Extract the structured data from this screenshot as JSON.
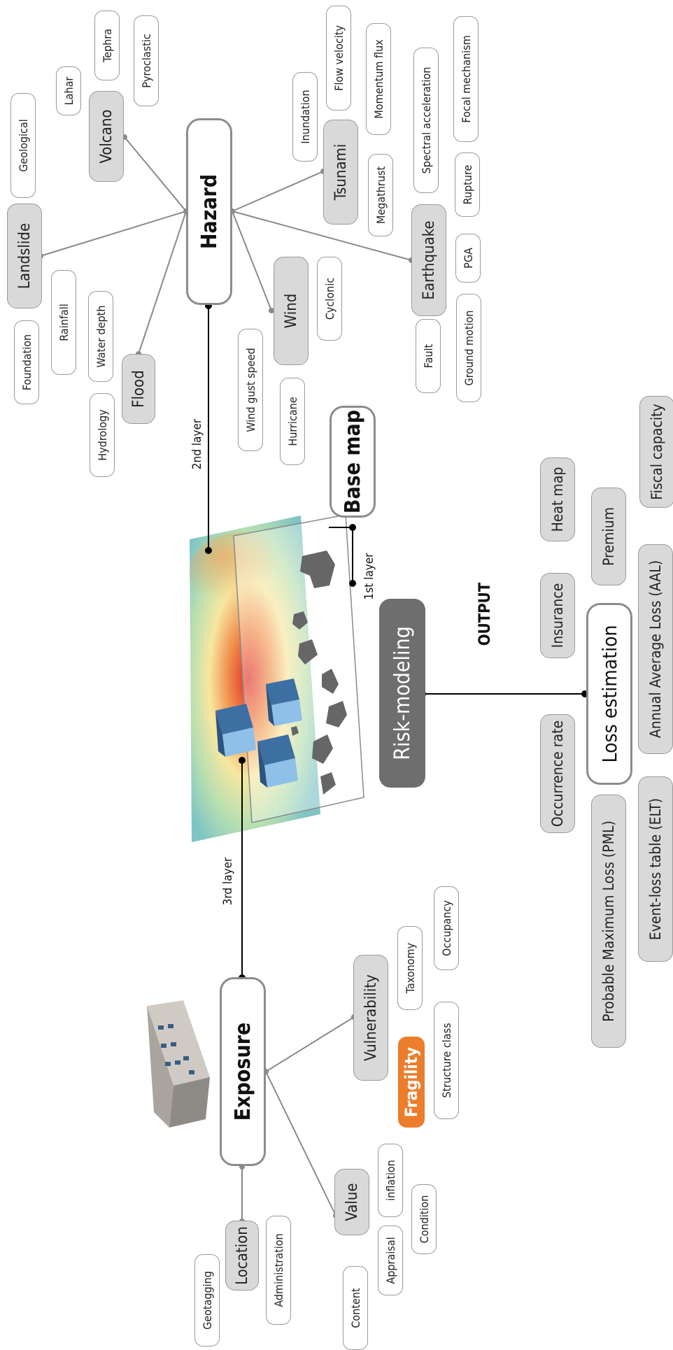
{
  "nodes": {
    "hazard": "Hazard",
    "exposure": "Exposure",
    "base_map": "Base map",
    "risk_modeling": "Risk-modeling",
    "loss_estimation": "Loss estimation"
  },
  "layers": {
    "first": "1st layer",
    "second": "2nd  layer",
    "third": "3rd  layer",
    "output": "OUTPUT"
  },
  "hazard": {
    "volcano": {
      "label": "Volcano",
      "leaves": [
        "Lahar",
        "Tephra",
        "Pyroclastic"
      ]
    },
    "landslide": {
      "label": "Landslide",
      "leaves": [
        "Geological",
        "Foundation",
        "Rainfall"
      ]
    },
    "flood": {
      "label": "Flood",
      "leaves": [
        "Water depth",
        "Hydrology"
      ]
    },
    "wind": {
      "label": "Wind",
      "leaves": [
        "Cyclonic",
        "Wind gust speed",
        "Hurricane"
      ]
    },
    "tsunami": {
      "label": "Tsunami",
      "leaves": [
        "Inundation",
        "Flow velocity",
        "Momentum flux",
        "Megathrust"
      ]
    },
    "earthquake": {
      "label": "Earthquake",
      "leaves": [
        "Spectral acceleration",
        "Focal mechanism",
        "Rupture",
        "PGA",
        "Fault",
        "Ground motion"
      ]
    }
  },
  "exposure": {
    "vulnerability": {
      "label": "Vulnerability",
      "fragility": "Fragility",
      "leaves": [
        "Taxonomy",
        "Occupancy",
        "Structure class"
      ]
    },
    "value": {
      "label": "Value",
      "leaves": [
        "inflation",
        "Appraisal",
        "Condition",
        "Content"
      ]
    },
    "location": {
      "label": "Location",
      "leaves": [
        "Administration",
        "Geotagging"
      ]
    }
  },
  "outputs": [
    "Heat map",
    "Insurance",
    "Premium",
    "Fiscal capacity",
    "Occurrence rate",
    "Annual Average Loss (AAL)",
    "Probable Maximum Loss (PML)",
    "Event-loss table (ELT)"
  ],
  "colors": {
    "fragility": "#ec7d2c",
    "risk_modeling": "#6e6e6e",
    "category_fill": "#d9d9d9",
    "border": "#9a9a9a"
  }
}
